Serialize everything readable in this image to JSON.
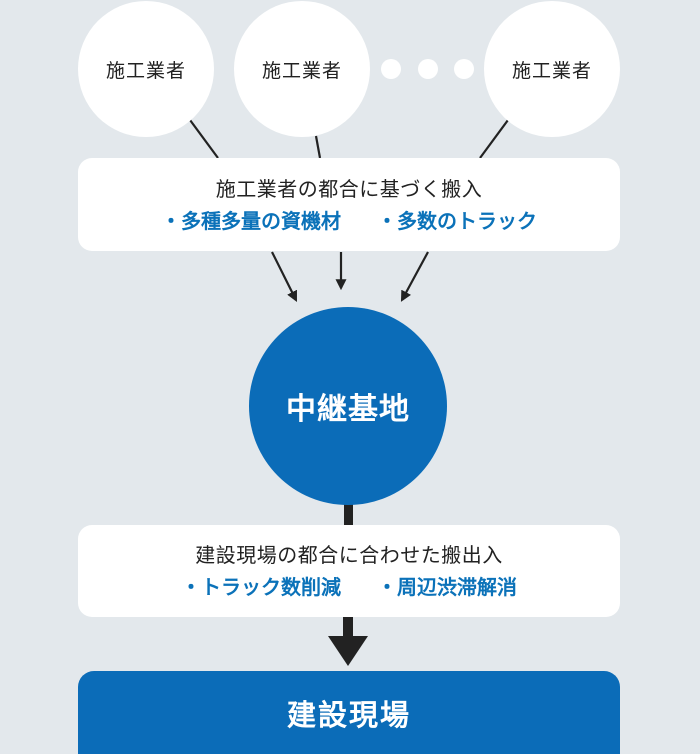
{
  "contractors": [
    {
      "label": "施工業者"
    },
    {
      "label": "施工業者"
    },
    {
      "label": "施工業者"
    }
  ],
  "inbound": {
    "title": "施工業者の都合に基づく搬入",
    "items": [
      "・多種多量の資機材",
      "・多数のトラック"
    ]
  },
  "hub": {
    "label": "中継基地"
  },
  "outbound": {
    "title": "建設現場の都合に合わせた搬出入",
    "items": [
      "・トラック数削減",
      "・周辺渋滞解消"
    ]
  },
  "destination": {
    "label": "建設現場"
  },
  "colors": {
    "background": "#e3e8ec",
    "accent_blue": "#0b6cb8",
    "text_blue": "#0b72b9",
    "line": "#222222"
  }
}
